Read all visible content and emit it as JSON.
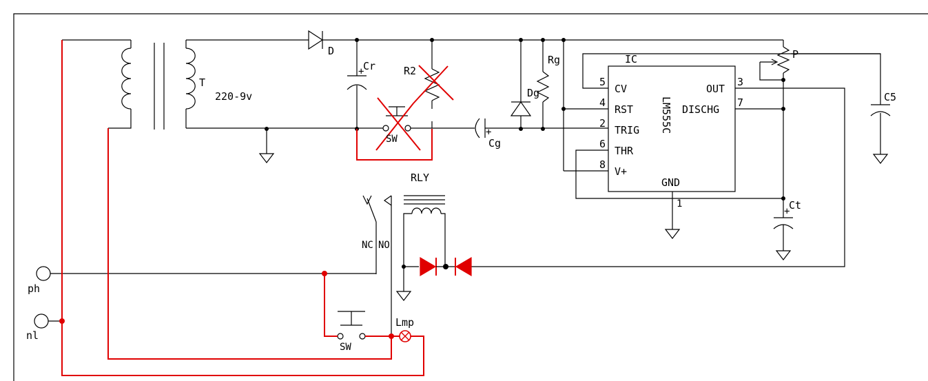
{
  "labels": {
    "diode_d": "D",
    "transformer": "T",
    "transformer_rating": "220-9v",
    "cap_cr": "Cr",
    "resistor_r2": "R2",
    "switch_sw_top": "SW",
    "cap_cg": "Cg",
    "diode_dg": "Dg",
    "resistor_rg": "Rg",
    "ic_label": "IC",
    "ic_part": "LM555C",
    "pot_p": "P",
    "cap_c5": "C5",
    "cap_ct": "Ct",
    "relay": "RLY",
    "relay_nc": "NC",
    "relay_no": "NO",
    "phase": "ph",
    "neutral": "nl",
    "switch_sw_bottom": "SW",
    "lamp": "Lmp",
    "plus": "+"
  },
  "ic_pins": [
    {
      "num": "5",
      "name": "CV"
    },
    {
      "num": "4",
      "name": "RST"
    },
    {
      "num": "2",
      "name": "TRIG"
    },
    {
      "num": "6",
      "name": "THR"
    },
    {
      "num": "8",
      "name": "V+"
    },
    {
      "num": "3",
      "name": "OUT"
    },
    {
      "num": "7",
      "name": "DISCHG"
    },
    {
      "num": "1",
      "name": "GND"
    }
  ],
  "colors": {
    "wire": "#000000",
    "added_wire": "#e00000",
    "removed_mark": "#e00000"
  }
}
